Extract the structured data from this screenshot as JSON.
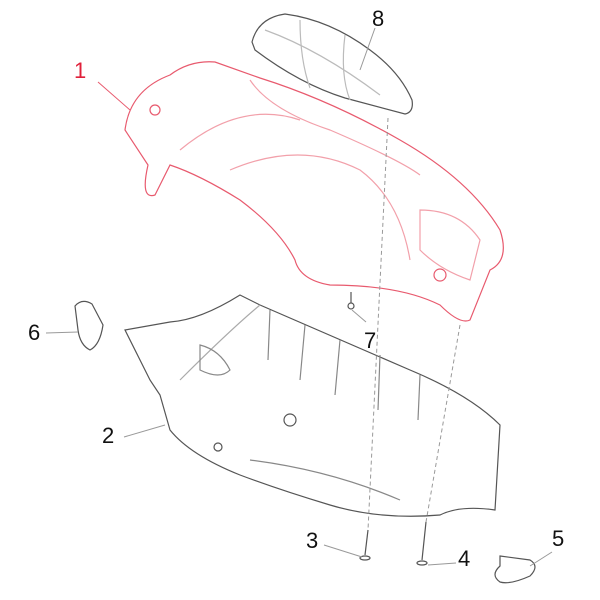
{
  "diagram": {
    "type": "exploded-parts-diagram",
    "highlight_color": "#e0203a",
    "line_color": "#555555",
    "parts": [
      {
        "id": "1",
        "label": "1",
        "name": "upper handlebar cover (highlighted)",
        "highlighted": true
      },
      {
        "id": "2",
        "label": "2",
        "name": "lower handlebar cover"
      },
      {
        "id": "3",
        "label": "3",
        "name": "screw"
      },
      {
        "id": "4",
        "label": "4",
        "name": "screw"
      },
      {
        "id": "5",
        "label": "5",
        "name": "clip"
      },
      {
        "id": "6",
        "label": "6",
        "name": "clip"
      },
      {
        "id": "7",
        "label": "7",
        "name": "screw"
      },
      {
        "id": "8",
        "label": "8",
        "name": "instrument cover"
      }
    ]
  }
}
